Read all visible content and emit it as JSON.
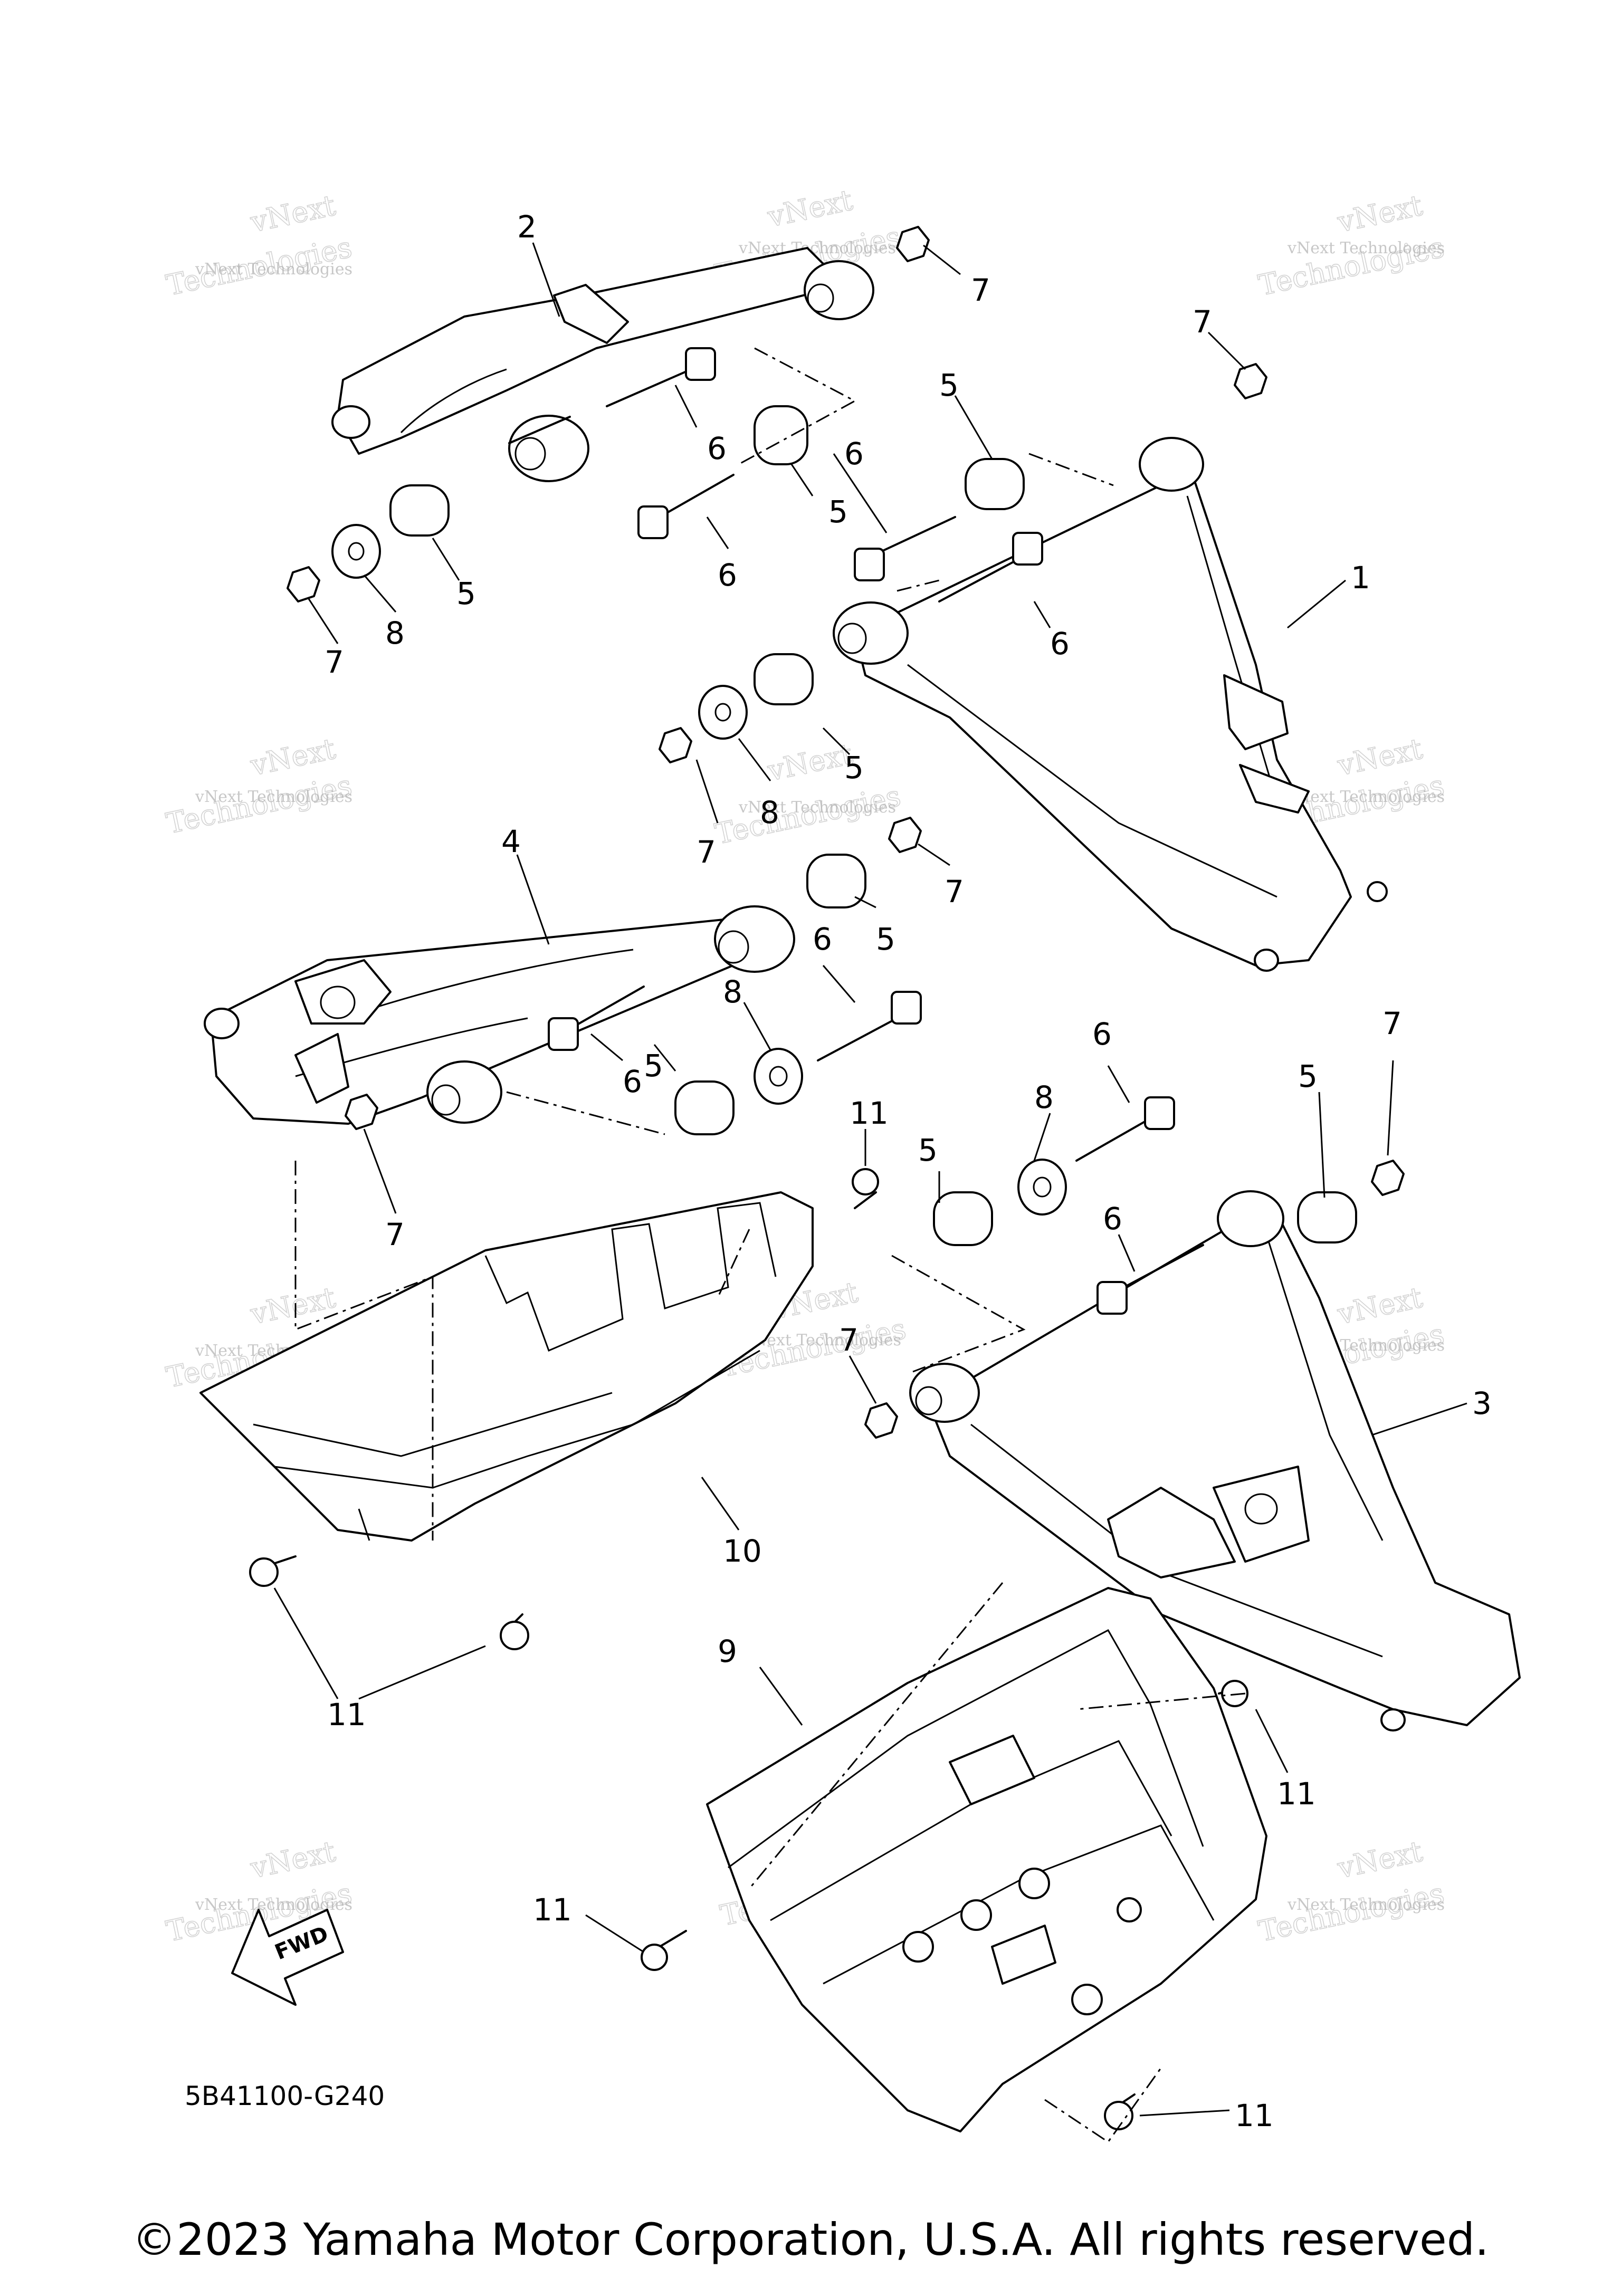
{
  "diagram": {
    "part_number": "5B41100-G240",
    "fwd_label": "FWD",
    "copyright": "©2023 Yamaha Motor Corporation, U.S.A. All rights reserved.",
    "watermark": {
      "line1": "vNext Technologies",
      "line2": "vNext",
      "line3": "Technologies"
    },
    "callouts": [
      {
        "id": "c1",
        "label": "1"
      },
      {
        "id": "c2",
        "label": "2"
      },
      {
        "id": "c3",
        "label": "3"
      },
      {
        "id": "c4",
        "label": "4"
      },
      {
        "id": "c5a",
        "label": "5"
      },
      {
        "id": "c5b",
        "label": "5"
      },
      {
        "id": "c5c",
        "label": "5"
      },
      {
        "id": "c5d",
        "label": "5"
      },
      {
        "id": "c5e",
        "label": "5"
      },
      {
        "id": "c5f",
        "label": "5"
      },
      {
        "id": "c5g",
        "label": "5"
      },
      {
        "id": "c5h",
        "label": "5"
      },
      {
        "id": "c6a",
        "label": "6"
      },
      {
        "id": "c6b",
        "label": "6"
      },
      {
        "id": "c6c",
        "label": "6"
      },
      {
        "id": "c6d",
        "label": "6"
      },
      {
        "id": "c6e",
        "label": "6"
      },
      {
        "id": "c6f",
        "label": "6"
      },
      {
        "id": "c6g",
        "label": "6"
      },
      {
        "id": "c6h",
        "label": "6"
      },
      {
        "id": "c7a",
        "label": "7"
      },
      {
        "id": "c7b",
        "label": "7"
      },
      {
        "id": "c7c",
        "label": "7"
      },
      {
        "id": "c7d",
        "label": "7"
      },
      {
        "id": "c7e",
        "label": "7"
      },
      {
        "id": "c7f",
        "label": "7"
      },
      {
        "id": "c7g",
        "label": "7"
      },
      {
        "id": "c7h",
        "label": "7"
      },
      {
        "id": "c8a",
        "label": "8"
      },
      {
        "id": "c8b",
        "label": "8"
      },
      {
        "id": "c8c",
        "label": "8"
      },
      {
        "id": "c8d",
        "label": "8"
      },
      {
        "id": "c9",
        "label": "9"
      },
      {
        "id": "c10",
        "label": "10"
      },
      {
        "id": "c11a",
        "label": "11"
      },
      {
        "id": "c11b",
        "label": "11"
      },
      {
        "id": "c11c",
        "label": "11"
      },
      {
        "id": "c11d",
        "label": "11"
      },
      {
        "id": "c11e",
        "label": "11"
      }
    ]
  }
}
